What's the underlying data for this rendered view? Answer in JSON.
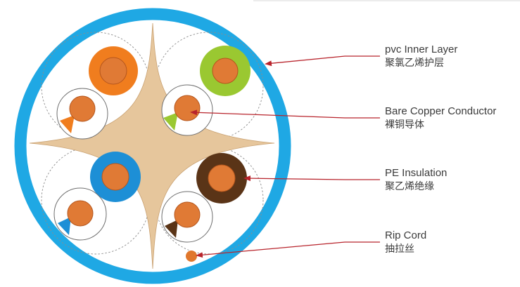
{
  "labels": [
    {
      "en": "pvc Inner Layer",
      "zh": "聚氯乙烯护层"
    },
    {
      "en": "Bare Copper Conductor",
      "zh": "裸铜导体"
    },
    {
      "en": "PE Insulation",
      "zh": "聚乙烯绝缘"
    },
    {
      "en": "Rip Cord",
      "zh": "抽拉丝"
    }
  ],
  "colors": {
    "jacket": "#1fa8e4",
    "separator": "#e6c69c",
    "copper": "#e07a35",
    "arrow": "#b8242c",
    "pair_orange": "#f07d1e",
    "pair_green": "#9ac831",
    "pair_blue": "#1d8fd6",
    "pair_brown": "#5a3417",
    "rip_cord": "#e0772c"
  },
  "icons": [
    "cable-cross-section"
  ]
}
